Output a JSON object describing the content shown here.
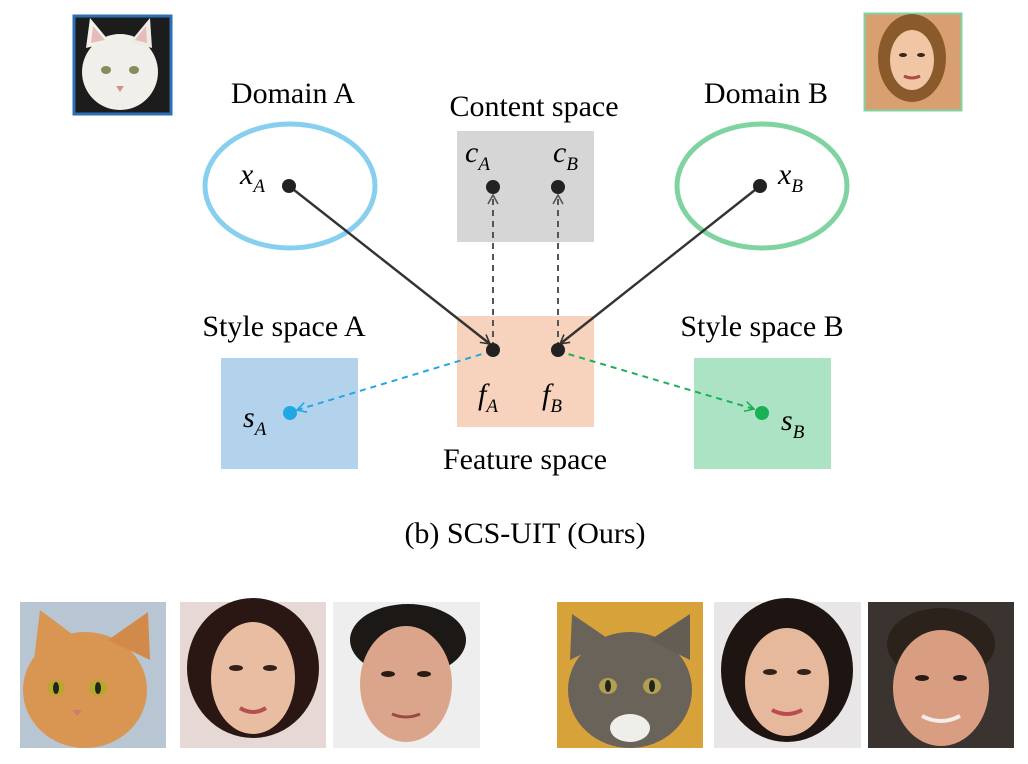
{
  "diagram": {
    "labels": {
      "domain_a": "Domain A",
      "domain_b": "Domain B",
      "content_space": "Content space",
      "style_space_a": "Style space A",
      "style_space_b": "Style space B",
      "feature_space": "Feature space",
      "caption": "(b) SCS-UIT (Ours)"
    },
    "symbols": {
      "x": "x",
      "c": "c",
      "f": "f",
      "s": "s",
      "sub_a": "A",
      "sub_b": "B"
    },
    "colors": {
      "domain_a": "#87cfee",
      "domain_b": "#7fd3a0",
      "content_box": "#d6d6d6",
      "feature_box": "#f7d3bd",
      "style_a_box": "#b3d3ed",
      "style_b_box": "#ace3c5",
      "point": "#222222",
      "style_a_point": "#1fa8e4",
      "style_b_point": "#1ab055",
      "arrow": "#333333"
    }
  },
  "thumbnails": {
    "top": [
      "cat-icon",
      "woman-face-icon"
    ],
    "bottom_left": [
      "cat-photo-icon",
      "woman-face-photo-icon",
      "man-face-photo-icon"
    ],
    "bottom_right": [
      "cat-photo-icon",
      "woman-face-photo-icon",
      "man-face-photo-icon"
    ]
  }
}
